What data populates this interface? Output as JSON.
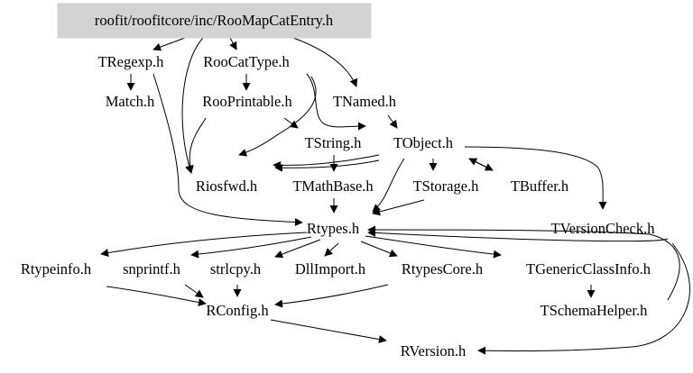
{
  "nodes": {
    "root": "roofit/roofitcore/inc/RooMapCatEntry.h",
    "tregexp": "TRegexp.h",
    "roocattype": "RooCatType.h",
    "match": "Match.h",
    "rooprintable": "RooPrintable.h",
    "tnamed": "TNamed.h",
    "tstring": "TString.h",
    "tobject": "TObject.h",
    "riosfwd": "Riosfwd.h",
    "tmathbase": "TMathBase.h",
    "tstorage": "TStorage.h",
    "tbuffer": "TBuffer.h",
    "rtypes": "Rtypes.h",
    "tversioncheck": "TVersionCheck.h",
    "rtypeinfo": "Rtypeinfo.h",
    "snprintf": "snprintf.h",
    "strlcpy": "strlcpy.h",
    "dllimport": "DllImport.h",
    "rtypescore": "RtypesCore.h",
    "tgenericclassinfo": "TGenericClassInfo.h",
    "rconfig": "RConfig.h",
    "tschemahelper": "TSchemaHelper.h",
    "rversion": "RVersion.h"
  },
  "colors": {
    "root_fill": "#d3d3d3",
    "edge": "#000000",
    "text": "#000000"
  }
}
